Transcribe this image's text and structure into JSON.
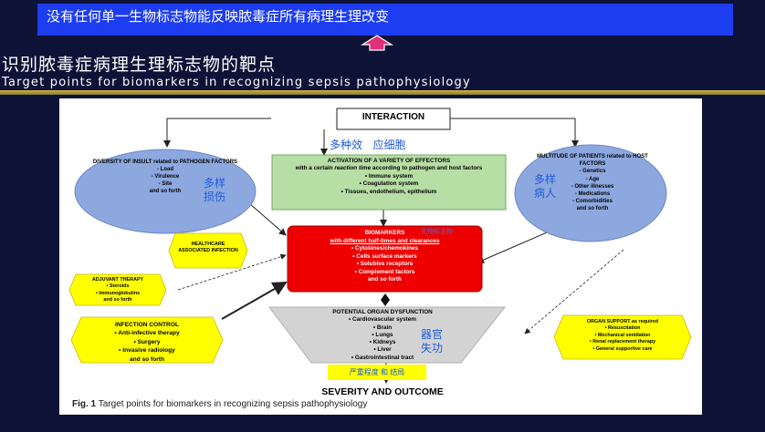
{
  "banner": {
    "text": "没有任何单一生物标志物能反映脓毒症所有病理生理改变"
  },
  "title": {
    "cn": "识别脓毒症病理生理标志物的靶点",
    "en": "Target points for biomarkers in recognizing sepsis pathophysiology"
  },
  "diagram": {
    "interaction": "INTERACTION",
    "effectors": {
      "cn": "多种效   应细胞",
      "title": "ACTIVATION OF A VARIETY OF EFFECTORS",
      "sub_prefix": "with a certain ",
      "sub_italic": "reaction time",
      "sub_suffix": " according to pathogen and host factors",
      "items": [
        "• Immune system",
        "• Coagulation system",
        "• Tissues, endothelium, epithelium"
      ]
    },
    "insult": {
      "title": "DIVERSITY OF INSULT related to PATHOGEN FACTORS",
      "items": [
        "- Load",
        "- Virulence",
        "- Site",
        "and so forth"
      ],
      "cn": "多样\n损伤"
    },
    "patients": {
      "title": "MULTITUDE OF PATIENTS related to HOST FACTORS",
      "items": [
        "- Genetics",
        "- Age",
        "- Other illnesses",
        "- Medications",
        "- Comorbidities",
        "and so forth"
      ],
      "cn": "多样\n病人"
    },
    "biomarkers": {
      "title": "BIOMARKERS",
      "cn": "生物标志物",
      "sub": "with different half-times and clearances",
      "items": [
        "• Cytokines/chemokines",
        "• Cells surface markers",
        "• Solubles receptors",
        "• Complement factors",
        "and so forth"
      ]
    },
    "healthcare": "HEALTHCARE ASSOCIATED INFECTION",
    "adjuvant": {
      "title": "ADJUVANT THERAPY",
      "items": [
        "• Steroids",
        "• Immunoglobulins",
        "and so forth"
      ]
    },
    "infection_control": {
      "title": "INFECTION CONTROL",
      "items": [
        "• Anti-infective therapy",
        "• Surgery",
        "• Invasive radiology",
        "and so forth"
      ]
    },
    "organ_support": {
      "title": "ORGAN SUPPORT as required",
      "items": [
        "• Resuscitation",
        "• Mechanical ventilation",
        "• Renal replacement therapy",
        "• General supportive care"
      ]
    },
    "organ_dysfunction": {
      "title": "POTENTIAL ORGAN DYSFUNCTION",
      "items": [
        "• Cardiovascular system",
        "• Brain",
        "• Lungs",
        "• Kidneys",
        "• Liver",
        "• Gastrointestinal tract"
      ],
      "cn": "器官\n失功"
    },
    "severity_cn": "严重程度 和 结局",
    "severity": "SEVERITY AND OUTCOME",
    "caption_label": "Fig. 1",
    "caption_text": "Target points for biomarkers in recognizing sepsis pathophysiology"
  }
}
